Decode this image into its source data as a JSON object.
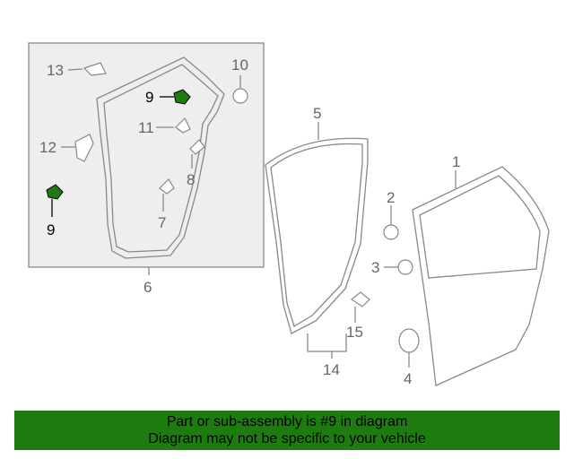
{
  "callouts": {
    "c1": "1",
    "c2": "2",
    "c3": "3",
    "c4": "4",
    "c5": "5",
    "c6": "6",
    "c7": "7",
    "c8": "8",
    "c9a": "9",
    "c9b": "9",
    "c10": "10",
    "c11": "11",
    "c12": "12",
    "c13": "13",
    "c14": "14",
    "c15": "15"
  },
  "highlight": {
    "part": "9",
    "color": "#1e7b10"
  },
  "banner": {
    "line1": "Part or sub-assembly is #9 in diagram",
    "line2": "Diagram may not be specific to your vehicle"
  },
  "colors": {
    "banner_bg": "#1e7b10",
    "inset_bg": "#eeeeee",
    "line": "#888888"
  }
}
